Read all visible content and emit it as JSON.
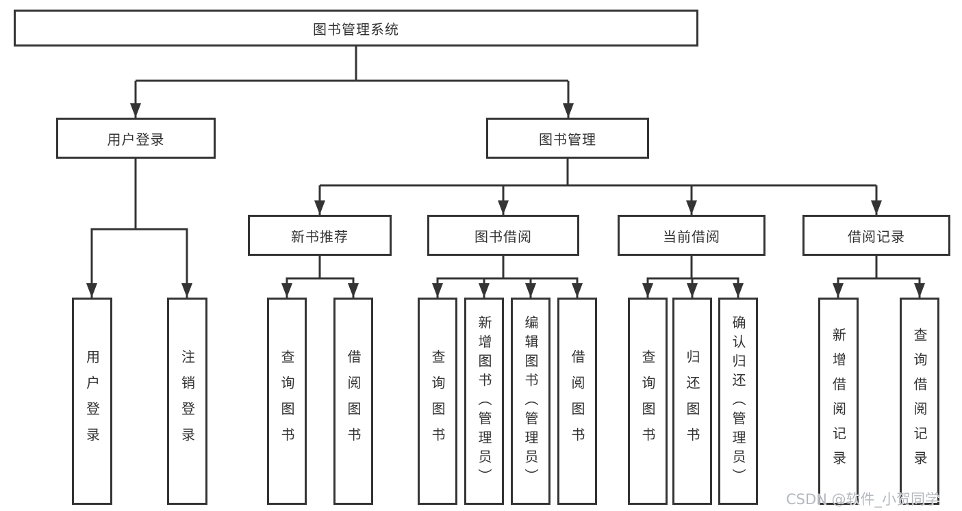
{
  "diagram": {
    "colors": {
      "line": "#343434",
      "text": "#333333",
      "background": "#ffffff",
      "watermark": "#b4b8be"
    },
    "tree": {
      "label": "图书管理系统",
      "children": [
        {
          "label": "用户登录",
          "children": [
            {
              "label": "用户登录"
            },
            {
              "label": "注销登录"
            }
          ]
        },
        {
          "label": "图书管理",
          "children": [
            {
              "label": "新书推荐",
              "children": [
                {
                  "label": "查询图书"
                },
                {
                  "label": "借阅图书"
                }
              ]
            },
            {
              "label": "图书借阅",
              "children": [
                {
                  "label": "查询图书"
                },
                {
                  "label": "新增图书（管理员）"
                },
                {
                  "label": "编辑图书（管理员）"
                },
                {
                  "label": "借阅图书"
                }
              ]
            },
            {
              "label": "当前借阅",
              "children": [
                {
                  "label": "查询图书"
                },
                {
                  "label": "归还图书"
                },
                {
                  "label": "确认归还（管理员）"
                }
              ]
            },
            {
              "label": "借阅记录",
              "children": [
                {
                  "label": "新增借阅记录"
                },
                {
                  "label": "查询借阅记录"
                }
              ]
            }
          ]
        }
      ]
    },
    "watermark": "CSDN @软件_小贺同学"
  }
}
